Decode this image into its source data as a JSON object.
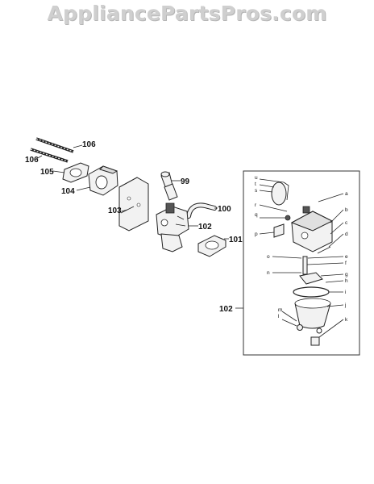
{
  "watermark": "AppliancePartsPros.com",
  "callouts": {
    "c106a": "106",
    "c106b": "106",
    "c105": "105",
    "c104": "104",
    "c103": "103",
    "c99": "99",
    "c100": "100",
    "c102a": "102",
    "c101": "101",
    "c102b": "102"
  },
  "subparts": {
    "a": "a",
    "b": "b",
    "c": "c",
    "d": "d",
    "e": "e",
    "f": "f",
    "g": "g",
    "h": "h",
    "i": "i",
    "j": "j",
    "k": "k",
    "l": "l",
    "m": "m",
    "n": "n",
    "o": "o",
    "p": "p",
    "q": "q",
    "r": "r",
    "s": "s",
    "t": "t",
    "u": "u"
  }
}
